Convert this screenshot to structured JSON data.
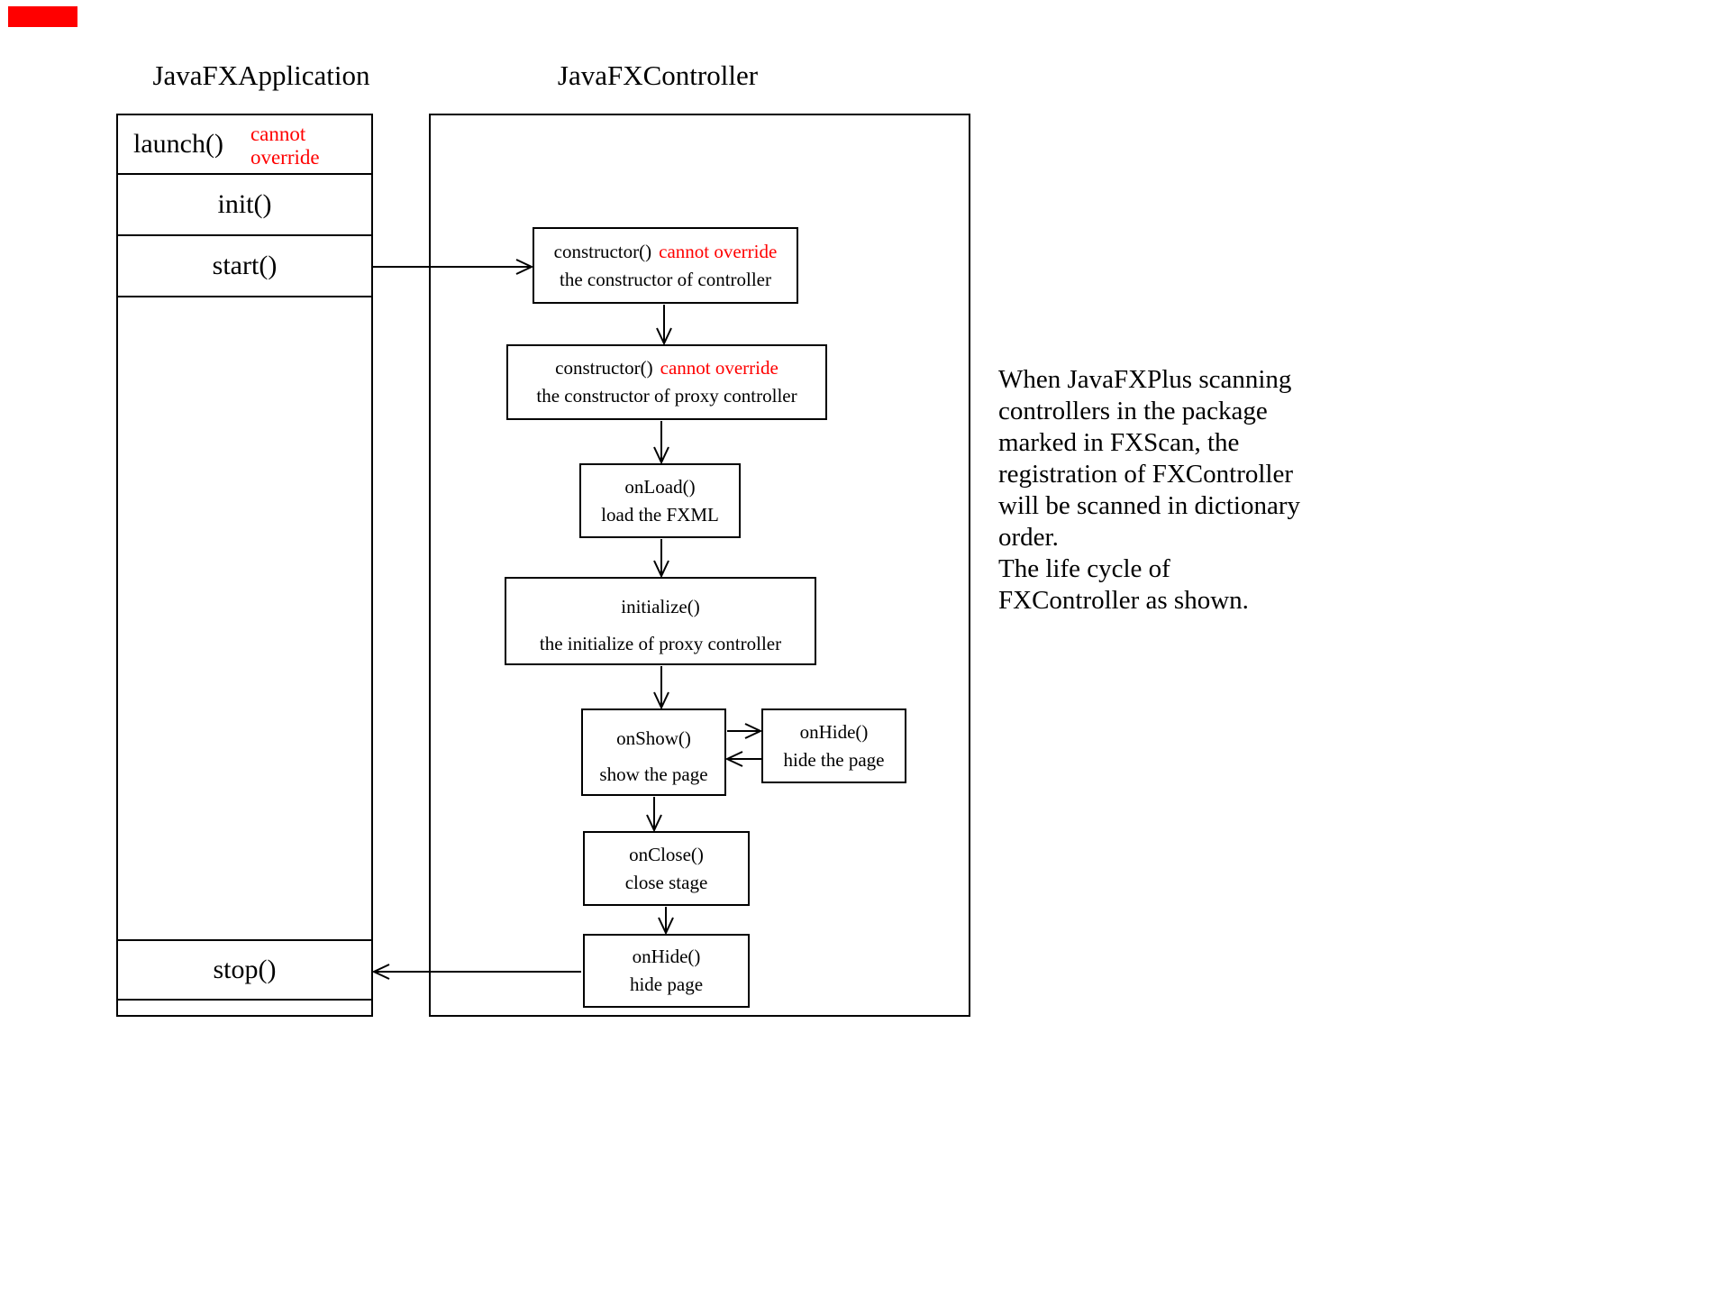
{
  "colors": {
    "accent_red": "#ff0000",
    "line_black": "#000000",
    "background": "#ffffff"
  },
  "corner_marker": {
    "shape": "red-rectangle",
    "color": "#ff0000"
  },
  "titles": {
    "application": "JavaFXApplication",
    "controller": "JavaFXController"
  },
  "app": {
    "launch": {
      "label": "launch()",
      "note": "cannot override"
    },
    "init": {
      "label": "init()"
    },
    "start": {
      "label": "start()"
    },
    "stop": {
      "label": "stop()"
    }
  },
  "flow": {
    "constructor_controller": {
      "title": "constructor()",
      "note": "cannot override",
      "subtitle": "the constructor of controller"
    },
    "constructor_proxy": {
      "title": "constructor()",
      "note": "cannot override",
      "subtitle": "the constructor of proxy controller"
    },
    "onload": {
      "title": "onLoad()",
      "subtitle": "load the FXML"
    },
    "initialize": {
      "title": "initialize()",
      "subtitle": "the initialize of proxy controller"
    },
    "onshow": {
      "title": "onShow()",
      "subtitle": "show the page"
    },
    "onhide_side": {
      "title": "onHide()",
      "subtitle": "hide the page"
    },
    "onclose": {
      "title": "onClose()",
      "subtitle": "close stage"
    },
    "onhide_bottom": {
      "title": "onHide()",
      "subtitle": "hide page"
    }
  },
  "note": {
    "lines": [
      "When JavaFXPlus scanning",
      "controllers in the package",
      "marked in FXScan, the",
      "registration of FXController",
      "will be scanned in dictionary",
      "order.",
      "The life cycle of",
      "FXController as shown."
    ]
  }
}
